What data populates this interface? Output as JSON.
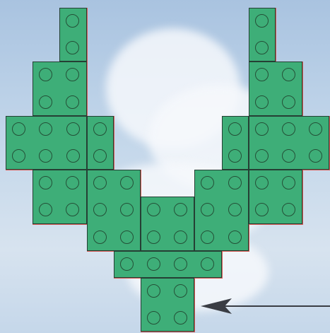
{
  "colors": {
    "brick_fill": "#3eae78",
    "brick_edge": "#253f34",
    "brick_shadow": "#d65c55",
    "stud_outline": "#245037",
    "arrow": "#3a3d44"
  },
  "bricks": [
    {
      "col": 2,
      "row": 0,
      "w": 1,
      "h": 2
    },
    {
      "col": 9,
      "row": 0,
      "w": 1,
      "h": 2
    },
    {
      "col": 1,
      "row": 2,
      "w": 2,
      "h": 2
    },
    {
      "col": 9,
      "row": 2,
      "w": 2,
      "h": 2
    },
    {
      "col": 0,
      "row": 4,
      "w": 3,
      "h": 2
    },
    {
      "col": 3,
      "row": 4,
      "w": 1,
      "h": 2
    },
    {
      "col": 8,
      "row": 4,
      "w": 1,
      "h": 2
    },
    {
      "col": 9,
      "row": 4,
      "w": 3,
      "h": 2
    },
    {
      "col": 1,
      "row": 6,
      "w": 2,
      "h": 2
    },
    {
      "col": 3,
      "row": 6,
      "w": 2,
      "h": 3
    },
    {
      "col": 5,
      "row": 7,
      "w": 2,
      "h": 2
    },
    {
      "col": 7,
      "row": 6,
      "w": 2,
      "h": 3
    },
    {
      "col": 9,
      "row": 6,
      "w": 2,
      "h": 2
    },
    {
      "col": 4,
      "row": 9,
      "w": 4,
      "h": 1
    },
    {
      "col": 5,
      "row": 10,
      "w": 2,
      "h": 2
    }
  ],
  "arrow": {
    "direction": "left",
    "points_to": "bottom-brick"
  }
}
